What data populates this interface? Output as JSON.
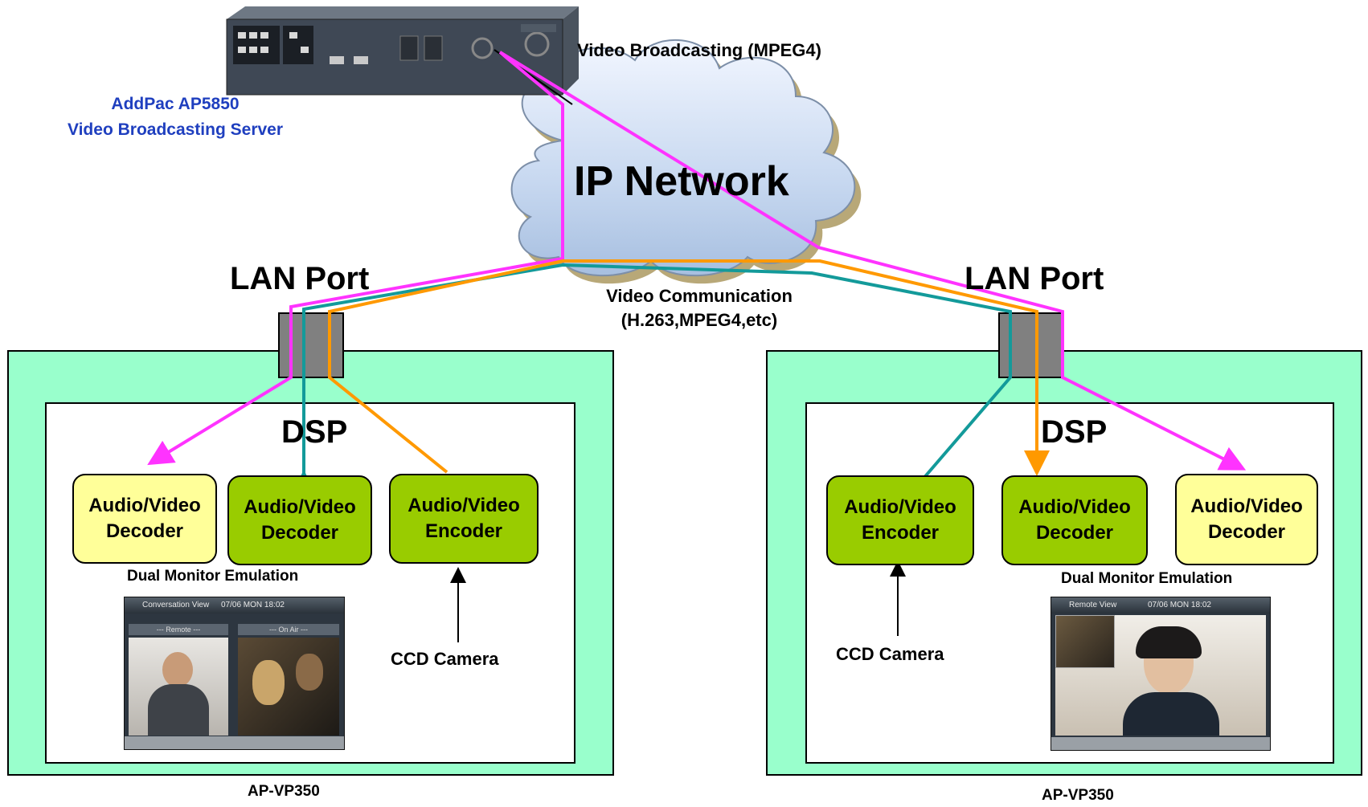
{
  "server": {
    "name_line1": "AddPac AP5850",
    "name_line2": "Video Broadcasting Server"
  },
  "broadcast_label": "Video Broadcasting (MPEG4)",
  "cloud_label": "IP Network",
  "communication_label": {
    "line1": "Video Communication",
    "line2": "(H.263,MPEG4,etc)"
  },
  "left_unit": {
    "lan_port": "LAN Port",
    "dsp": "DSP",
    "decoder_yellow": {
      "line1": "Audio/Video",
      "line2": "Decoder"
    },
    "decoder_green": {
      "line1": "Audio/Video",
      "line2": "Decoder"
    },
    "encoder": {
      "line1": "Audio/Video",
      "line2": "Encoder"
    },
    "dual_monitor": "Dual Monitor Emulation",
    "camera": "CCD Camera",
    "model": "AP-VP350",
    "screen": {
      "title": "Conversation View",
      "date": "07/06 MON 18:02",
      "panel_left": "--- Remote ---",
      "panel_right": "--- On Air ---"
    }
  },
  "right_unit": {
    "lan_port": "LAN Port",
    "dsp": "DSP",
    "encoder": {
      "line1": "Audio/Video",
      "line2": "Encoder"
    },
    "decoder_green": {
      "line1": "Audio/Video",
      "line2": "Decoder"
    },
    "decoder_yellow": {
      "line1": "Audio/Video",
      "line2": "Decoder"
    },
    "dual_monitor": "Dual Monitor Emulation",
    "camera": "CCD Camera",
    "model": "AP-VP350",
    "screen": {
      "title": "Remote View",
      "date": "07/06 MON 18:02"
    }
  },
  "colors": {
    "broadcast": "#ff33ff",
    "teal": "#139a9a",
    "orange": "#ff9900",
    "unit_fill": "#99ffcc",
    "decoder_yellow": "#ffff99",
    "codec_green": "#99cc00",
    "server_label": "#1f3fbf"
  }
}
